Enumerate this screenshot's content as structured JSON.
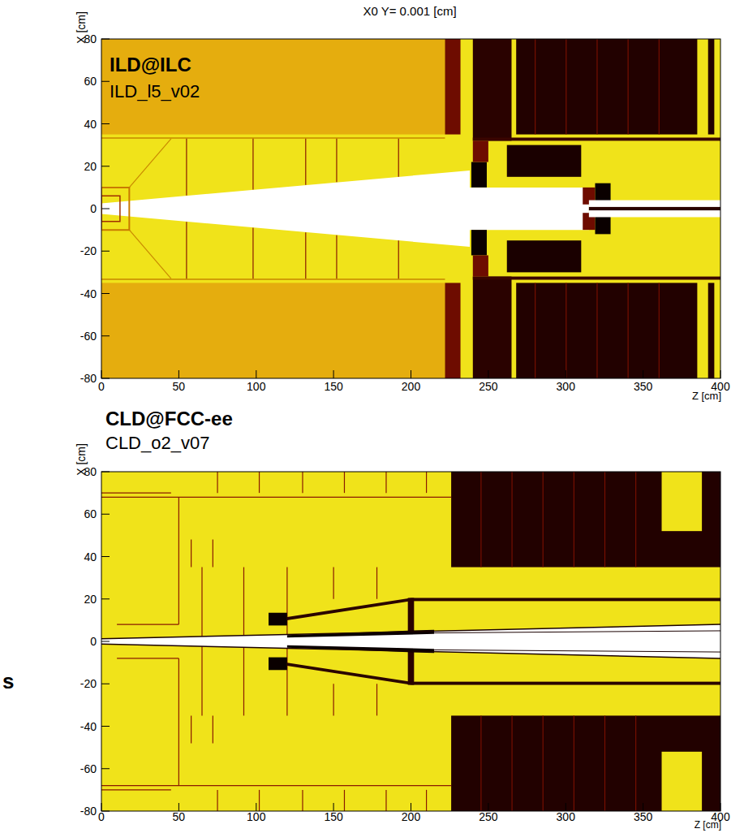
{
  "diagram": {
    "title": "X0 Y= 0.001 [cm]",
    "labels": [
      "ILD@ILC",
      "ILD_l5_v02",
      "X [cm]",
      "80",
      "60",
      "40",
      "20",
      "0",
      "-20",
      "-40",
      "-60",
      "-80",
      "0",
      "50",
      "100",
      "150",
      "200",
      "250",
      "300",
      "350",
      "400",
      "Z [cm]",
      "CLD@FCC-ee",
      "CLD_o2_v07",
      "X [cm]",
      "80",
      "60",
      "40",
      "20",
      "0",
      "-20",
      "-40",
      "-60",
      "-80",
      "0",
      "50",
      "100",
      "150",
      "200",
      "250",
      "300",
      "350",
      "400",
      "Z [cm]",
      "s"
    ]
  }
}
